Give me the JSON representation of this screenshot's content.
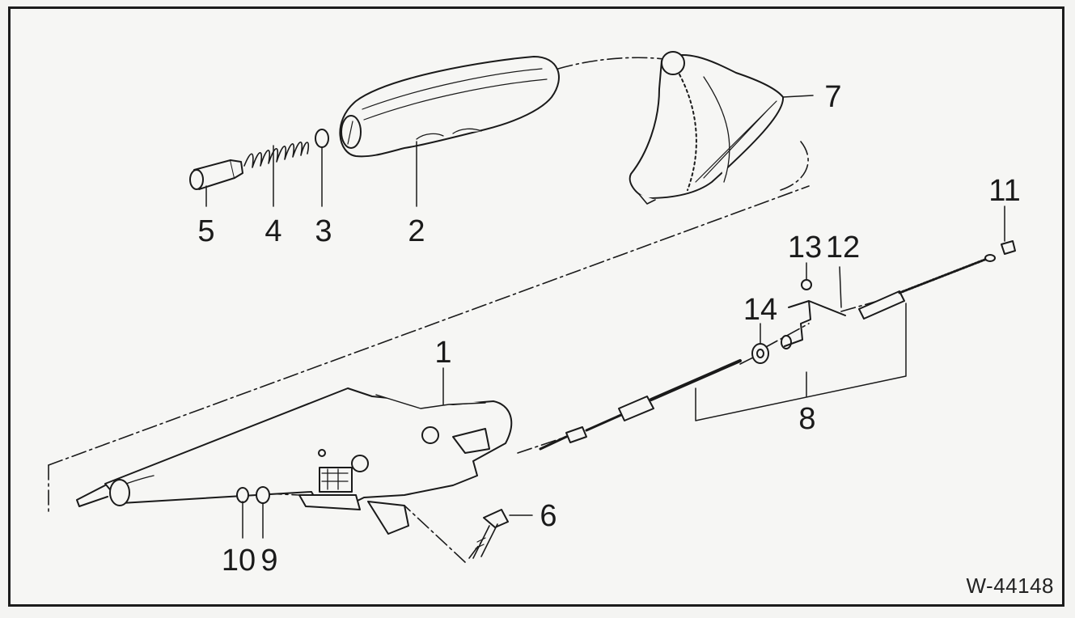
{
  "reference_code": "W-44148",
  "callouts": [
    {
      "id": "c1",
      "text": "1"
    },
    {
      "id": "c2",
      "text": "2"
    },
    {
      "id": "c3",
      "text": "3"
    },
    {
      "id": "c4",
      "text": "4"
    },
    {
      "id": "c5",
      "text": "5"
    },
    {
      "id": "c6",
      "text": "6"
    },
    {
      "id": "c7",
      "text": "7"
    },
    {
      "id": "c8",
      "text": "8"
    },
    {
      "id": "c9",
      "text": "9"
    },
    {
      "id": "c10",
      "text": "10"
    },
    {
      "id": "c11",
      "text": "11"
    },
    {
      "id": "c12",
      "text": "12"
    },
    {
      "id": "c13",
      "text": "13"
    },
    {
      "id": "c14",
      "text": "14"
    }
  ]
}
